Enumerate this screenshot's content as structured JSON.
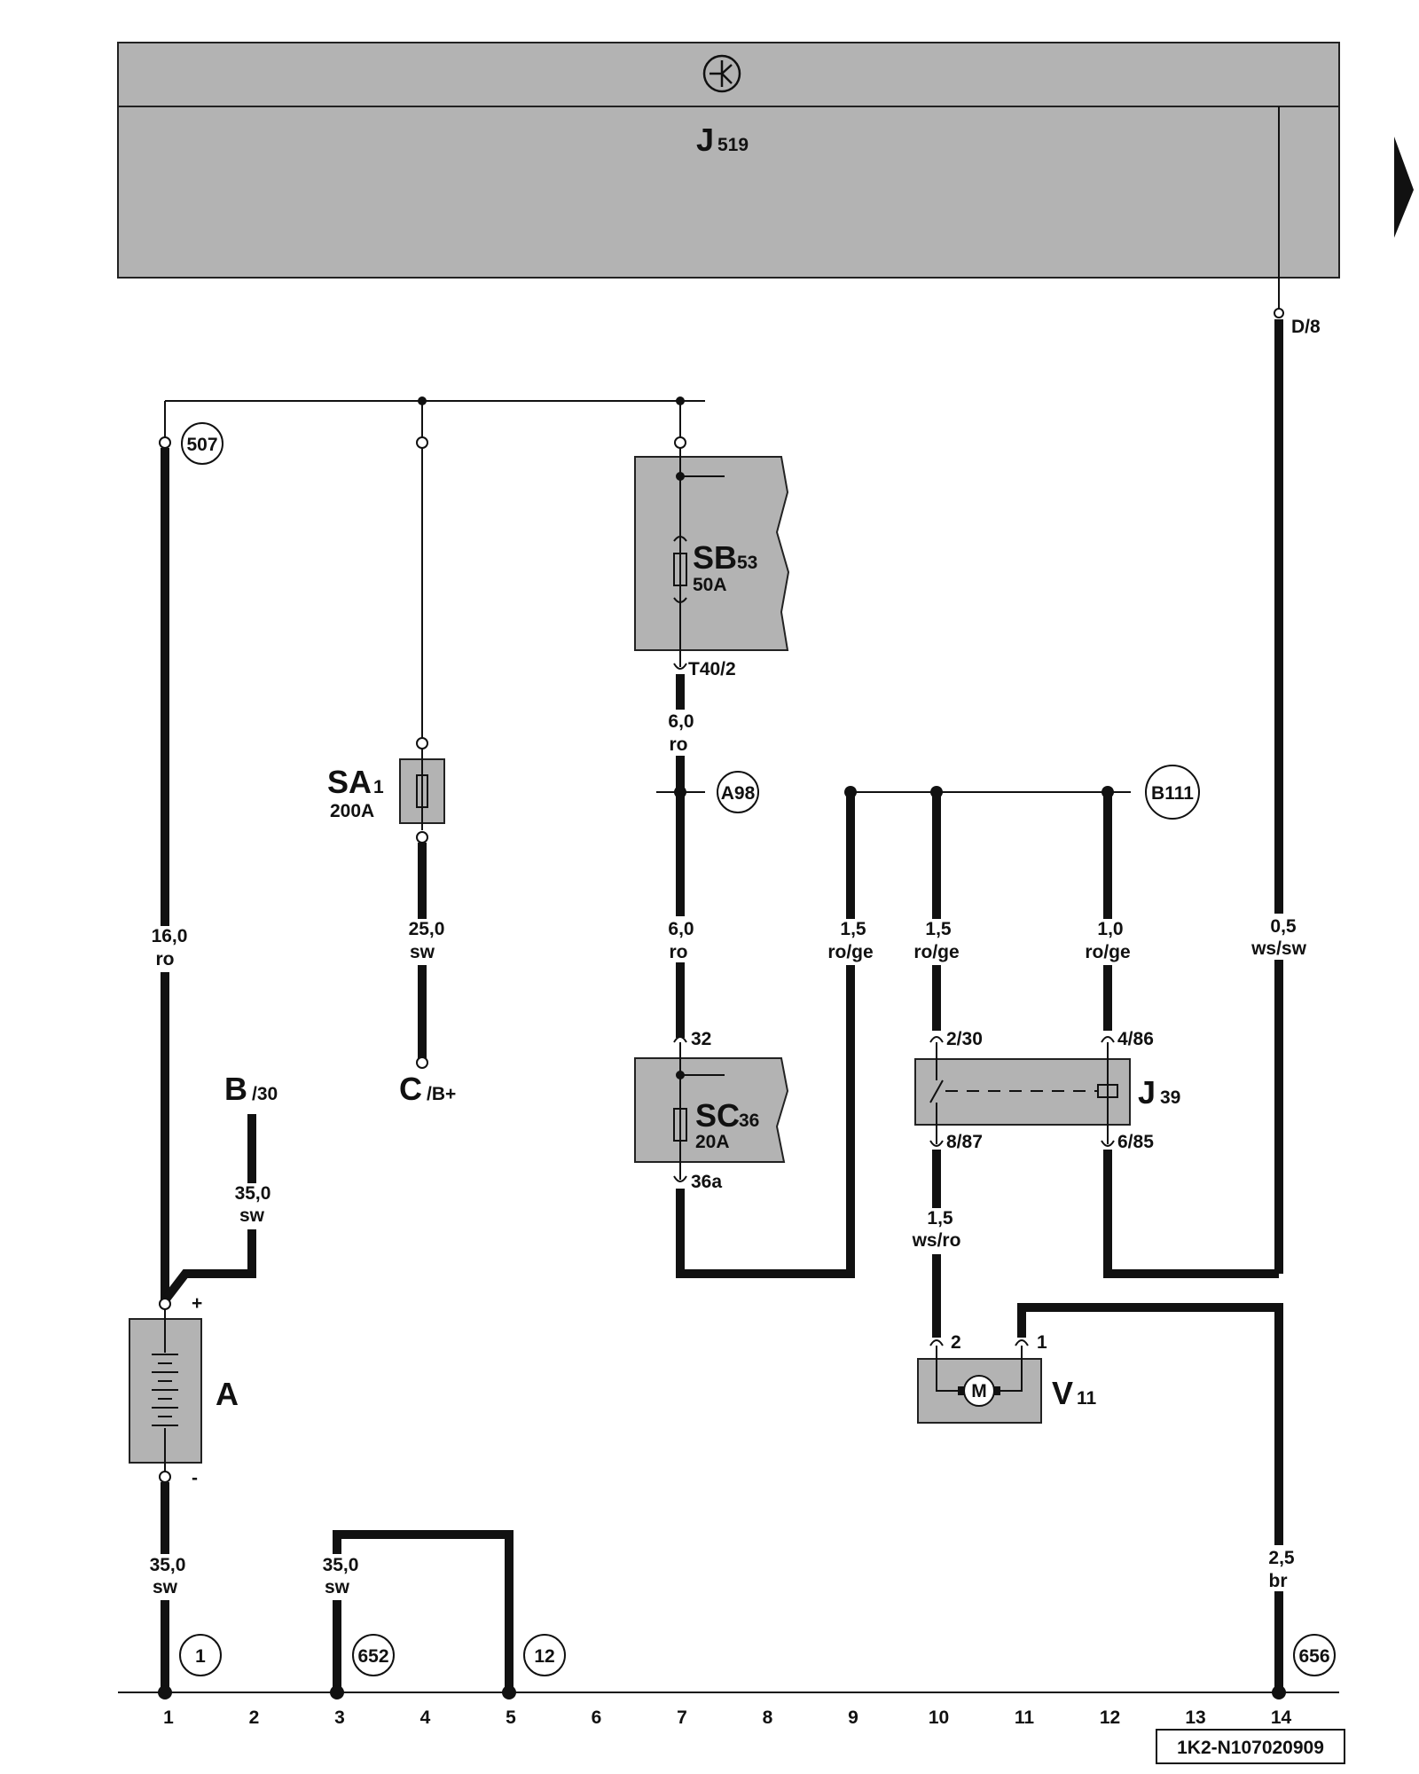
{
  "control_unit": {
    "name": "J",
    "sub": "519",
    "pin": "D/8"
  },
  "components": {
    "battery": {
      "name": "A",
      "plus": "+",
      "minus": "-"
    },
    "sb": {
      "name": "SB",
      "sub": "53",
      "rating": "50A",
      "pin": "T40/2"
    },
    "sa": {
      "name": "SA",
      "sub": "1",
      "rating": "200A"
    },
    "sc": {
      "name": "SC",
      "sub": "36",
      "rating": "20A",
      "pin_in": "32",
      "pin_out": "36a"
    },
    "relay": {
      "name": "J",
      "sub": "39",
      "pins": {
        "p230": "2/30",
        "p486": "4/86",
        "p887": "8/87",
        "p685": "6/85"
      }
    },
    "motor": {
      "name": "V",
      "sub": "11",
      "symbol": "M",
      "pin1": "1",
      "pin2": "2"
    },
    "term_b": {
      "name": "B",
      "sub": "/30"
    },
    "term_c": {
      "name": "C",
      "sub": "/B+"
    }
  },
  "refs": {
    "r507": "507",
    "a98": "A98",
    "b111": "B111",
    "r1": "1",
    "r652": "652",
    "r12": "12",
    "r656": "656"
  },
  "wires": {
    "w160": {
      "gauge": "16,0",
      "color": "ro"
    },
    "w350b": {
      "gauge": "35,0",
      "color": "sw"
    },
    "w250": {
      "gauge": "25,0",
      "color": "sw"
    },
    "w60a": {
      "gauge": "6,0",
      "color": "ro"
    },
    "w60b": {
      "gauge": "6,0",
      "color": "ro"
    },
    "w15a": {
      "gauge": "1,5",
      "color": "ro/ge"
    },
    "w15b": {
      "gauge": "1,5",
      "color": "ro/ge"
    },
    "w10": {
      "gauge": "1,0",
      "color": "ro/ge"
    },
    "w05": {
      "gauge": "0,5",
      "color": "ws/sw"
    },
    "w15c": {
      "gauge": "1,5",
      "color": "ws/ro"
    },
    "w350g": {
      "gauge": "35,0",
      "color": "sw"
    },
    "w350h": {
      "gauge": "35,0",
      "color": "sw"
    },
    "w25": {
      "gauge": "2,5",
      "color": "br"
    }
  },
  "ruler": [
    "1",
    "2",
    "3",
    "4",
    "5",
    "6",
    "7",
    "8",
    "9",
    "10",
    "11",
    "12",
    "13",
    "14"
  ],
  "code": "1K2-N107020909"
}
